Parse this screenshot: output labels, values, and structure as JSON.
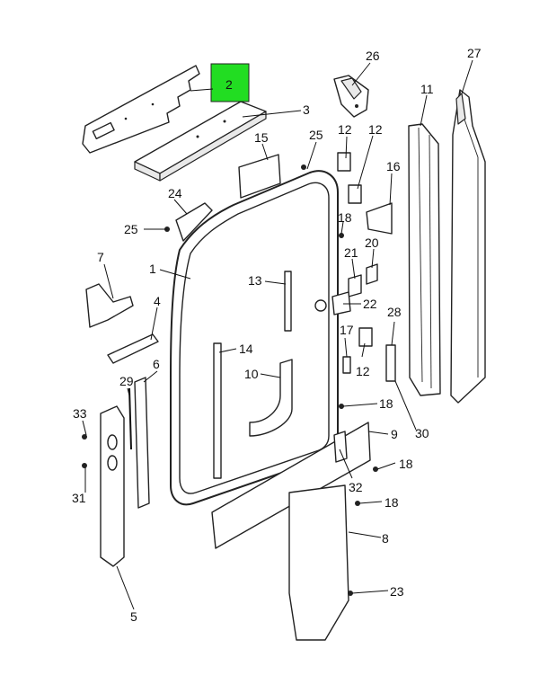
{
  "diagram": {
    "highlight_color": "#22dd22",
    "highlighted_callout": "2",
    "callouts": {
      "c1": "1",
      "c2": "2",
      "c3": "3",
      "c4": "4",
      "c5": "5",
      "c6": "6",
      "c7": "7",
      "c8": "8",
      "c9": "9",
      "c10": "10",
      "c11": "11",
      "c12a": "12",
      "c12b": "12",
      "c12c": "12",
      "c13": "13",
      "c14": "14",
      "c15": "15",
      "c16": "16",
      "c17": "17",
      "c18a": "18",
      "c18b": "18",
      "c18c": "18",
      "c18d": "18",
      "c20": "20",
      "c21": "21",
      "c22": "22",
      "c23": "23",
      "c24": "24",
      "c25a": "25",
      "c25b": "25",
      "c26": "26",
      "c27": "27",
      "c28": "28",
      "c29": "29",
      "c30": "30",
      "c31": "31",
      "c32": "32",
      "c33": "33"
    }
  }
}
